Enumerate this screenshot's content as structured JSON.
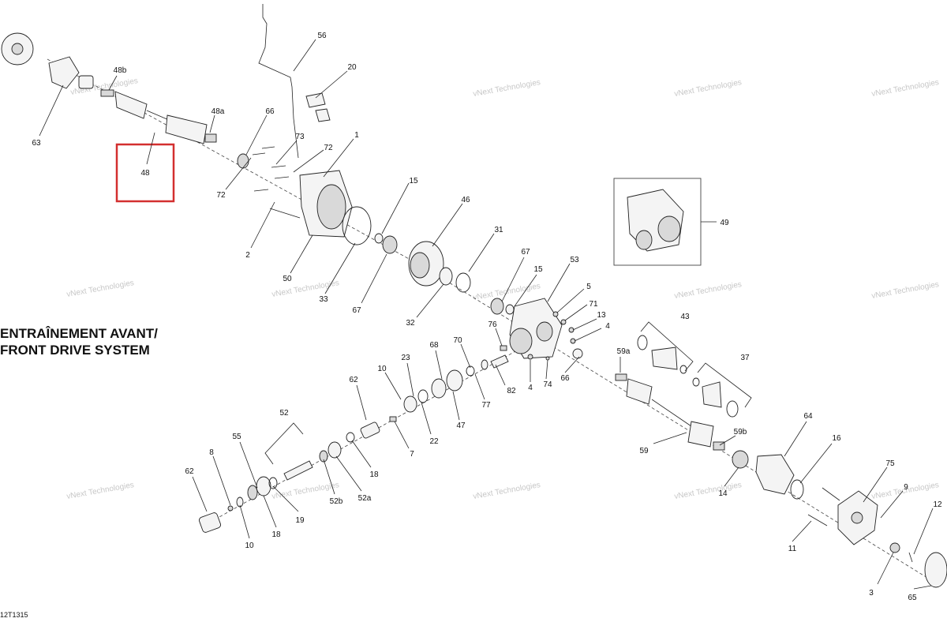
{
  "title": "ENTRAÎNEMENT AVANT/\nFRONT DRIVE SYSTEM",
  "doc_ref": "12T1315",
  "watermark": "vNext Technologies",
  "highlight_color": "#d32f2f",
  "highlighted_part": "48",
  "callouts": [
    "56",
    "20",
    "48b",
    "63",
    "48a",
    "66",
    "73",
    "72",
    "1",
    "48",
    "72",
    "15",
    "2",
    "46",
    "31",
    "50",
    "67",
    "33",
    "32",
    "67",
    "15",
    "53",
    "49",
    "5",
    "71",
    "76",
    "13",
    "4",
    "43",
    "59a",
    "23",
    "68",
    "70",
    "10",
    "37",
    "82",
    "66",
    "4",
    "74",
    "62",
    "77",
    "47",
    "22",
    "52",
    "7",
    "18",
    "64",
    "16",
    "59",
    "59b",
    "55",
    "8",
    "62",
    "52b",
    "52a",
    "19",
    "14",
    "75",
    "9",
    "12",
    "10",
    "18",
    "11",
    "3",
    "65"
  ]
}
